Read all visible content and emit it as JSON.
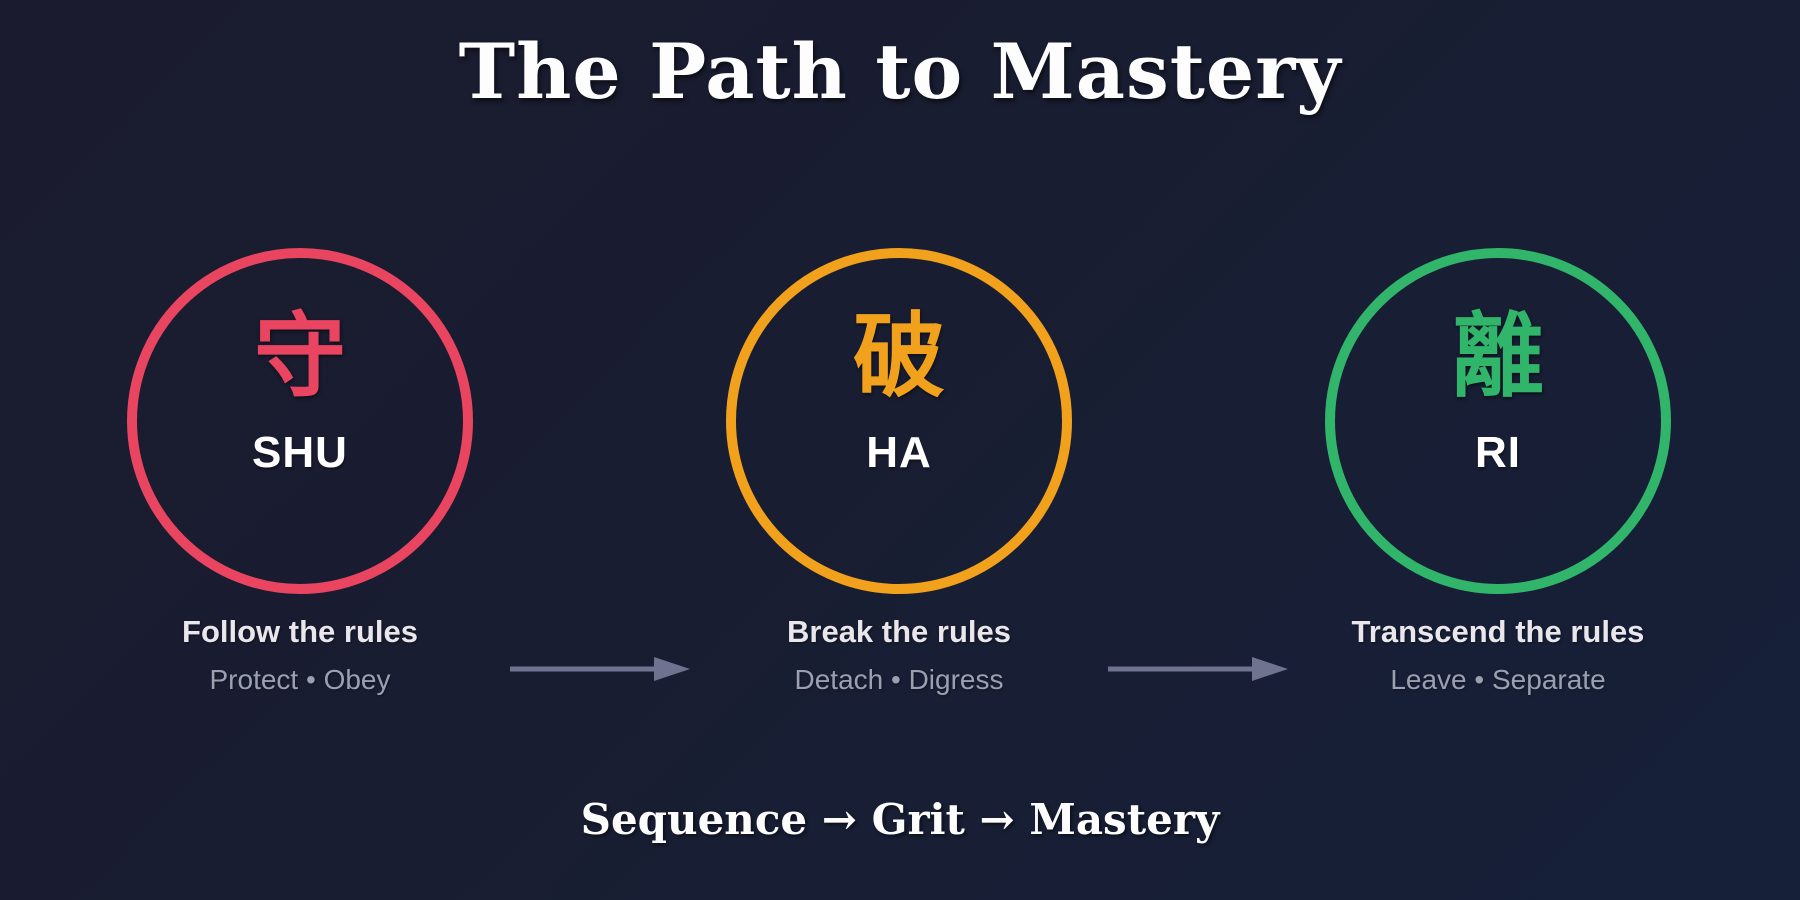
{
  "title": "The Path to Mastery",
  "stages": [
    {
      "kanji": "守",
      "name": "SHU",
      "label": "Follow the rules",
      "sub": "Protect • Obey",
      "color": "#e94560"
    },
    {
      "kanji": "破",
      "name": "HA",
      "label": "Break the rules",
      "sub": "Detach • Digress",
      "color": "#f2a11c"
    },
    {
      "kanji": "離",
      "name": "RI",
      "label": "Transcend the rules",
      "sub": "Leave • Separate",
      "color": "#30b56a"
    }
  ],
  "footer": "Sequence → Grit → Mastery",
  "colors": {
    "background_start": "#1a1b2e",
    "background_end": "#162039",
    "arrow": "#6f7390",
    "title_text": "#fdfdfe",
    "label_text": "#e9e7ec",
    "sub_text": "#9ba0b0"
  }
}
